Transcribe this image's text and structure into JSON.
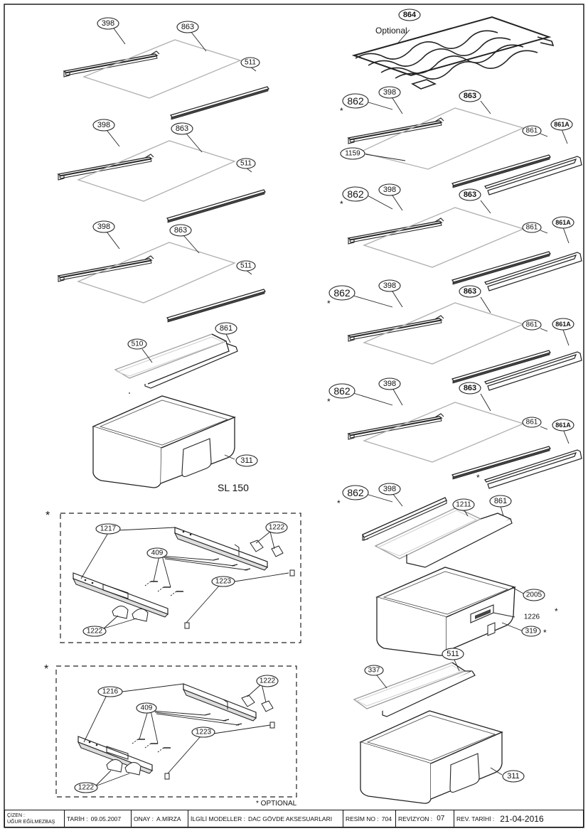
{
  "callouts": {
    "c1": "398",
    "c2": "863",
    "c3": "511",
    "c4": "398",
    "c5": "863",
    "c6": "511",
    "c7": "398",
    "c8": "863",
    "c9": "511",
    "c10": "510",
    "c11": "861",
    "c12": "311",
    "c13": "864",
    "c14": "862",
    "c15": "398",
    "c16": "863",
    "c17": "861",
    "c18": "861A",
    "c19": "1159",
    "c20": "862",
    "c21": "398",
    "c22": "863",
    "c23": "861",
    "c24": "861A",
    "c25": "862",
    "c26": "398",
    "c27": "863",
    "c28": "861",
    "c29": "861A",
    "c30": "862",
    "c31": "398",
    "c32": "863",
    "c33": "861",
    "c34": "861A",
    "c35": "862",
    "c36": "398",
    "c37": "1211",
    "c38": "861",
    "c39": "2005",
    "c40": "1226",
    "c41": "319",
    "c42": "511",
    "c43": "337",
    "c44": "311",
    "c45": "1217",
    "c46": "1222",
    "c47": "409",
    "c48": "1223",
    "c49": "1222",
    "c50": "1216",
    "c51": "1222",
    "c52": "409",
    "c53": "1223",
    "c54": "1222"
  },
  "labels": {
    "optional_wine_rack": "Optional",
    "model_name": "SL 150",
    "optional_note": "* OPTIONAL",
    "asterisk": "*"
  },
  "title_block": {
    "drawn_by_label": "ÇİZEN :",
    "drawn_by_value": "UĞUR EĞİLMEZBAŞ",
    "date_label": "TARİH :",
    "date_value": "09.05.2007",
    "approval_label": "ONAY :",
    "approval_value": "A.MİRZA",
    "models_label": "İLGİLİ MODELLER :",
    "models_value": "DAC GÖVDE AKSESUARLARI",
    "drawing_no_label": "RESİM NO :",
    "drawing_no_value": "704",
    "revision_label": "REVİZYON :",
    "revision_value": "07",
    "rev_date_label": "REV. TARİHİ :",
    "rev_date_value": "21-04-2016"
  }
}
